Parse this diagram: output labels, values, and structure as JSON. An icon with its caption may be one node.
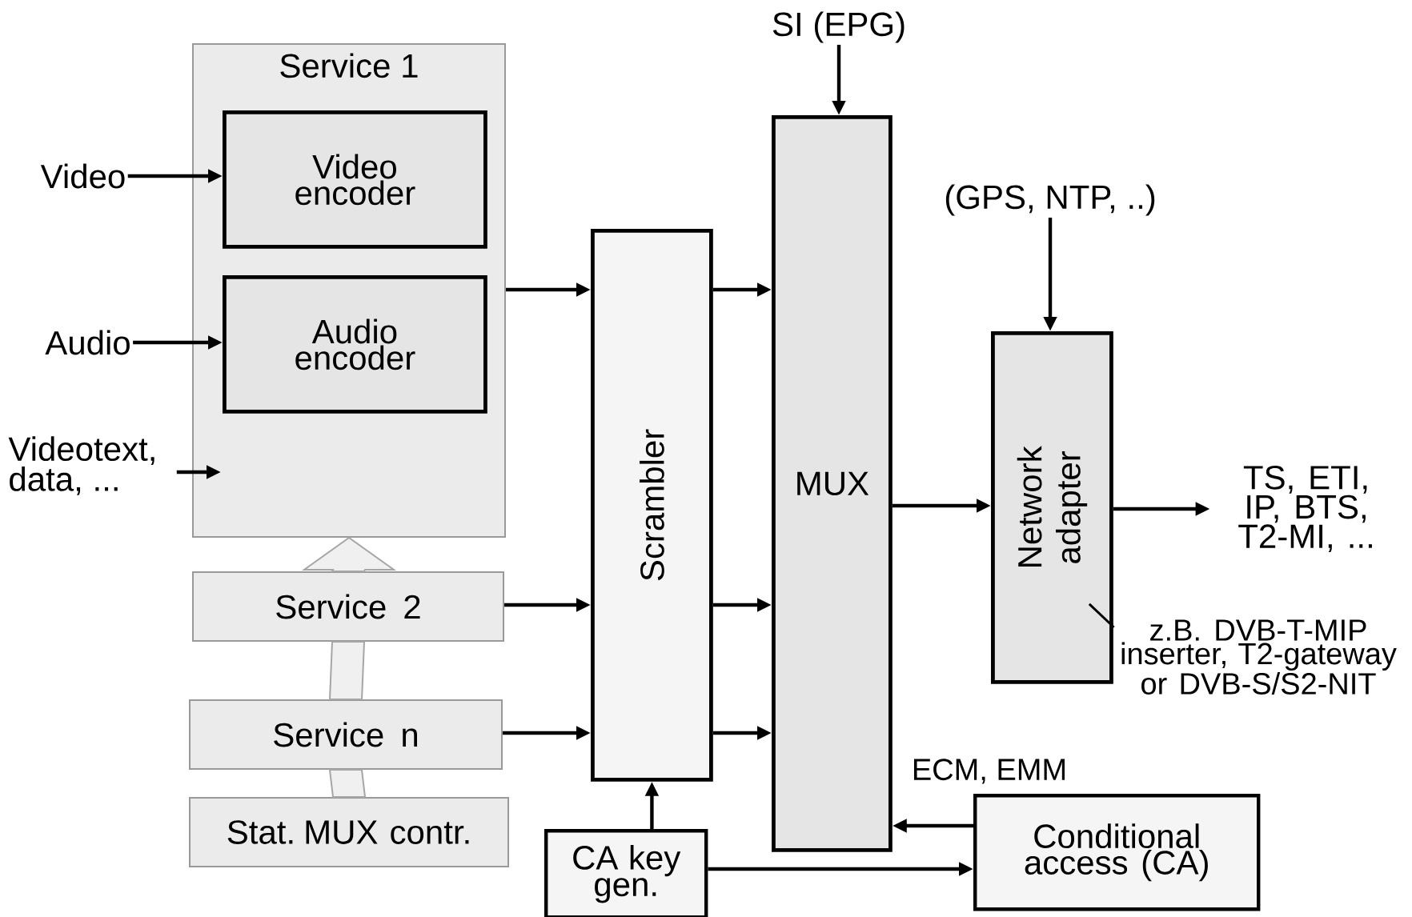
{
  "diagram": {
    "nodes": [
      {
        "text": [
          "Service 1"
        ]
      },
      {
        "text": [
          "Video encoder"
        ],
        "in": 0
      },
      {
        "text": [
          "Audio encoder"
        ],
        "in": 0
      },
      {
        "text": [
          "Service 2"
        ]
      },
      {
        "text": [
          "Service n"
        ]
      },
      {
        "text": [
          "Stat. MUX contr."
        ]
      },
      {
        "text": [
          "Scrambler"
        ]
      },
      {
        "text": [
          "MUX"
        ]
      },
      {
        "text": [
          "Network adapter"
        ]
      },
      {
        "text": [
          "Conditional access (CA)"
        ]
      },
      {
        "text": [
          "CA key gen."
        ]
      },
      {
        "text": [
          "Video"
        ]
      },
      {
        "text": [
          "Audio"
        ]
      },
      {
        "text": [
          "Videotext, data, ..."
        ]
      },
      {
        "text": [
          "SI (EPG)"
        ]
      },
      {
        "text": [
          "(GPS, NTP, ..)"
        ]
      },
      {
        "text": [
          "TS, ETI, IP, BTS, T2-MI, ..."
        ]
      },
      {
        "text": [
          "z.B. DVB-T-MIP inserter, T2-gateway or DVB-S/S2-NIT"
        ]
      }
    ],
    "edges": [
      {
        "from": 11,
        "to": 1,
        "arrow": "to"
      },
      {
        "from": 12,
        "to": 2,
        "arrow": "to"
      },
      {
        "from": 13,
        "to": 0,
        "arrow": "to"
      },
      {
        "from": 3,
        "to": 0,
        "arrow": "to",
        "style": "thick",
        "color": "#a6a6a6"
      },
      {
        "from": 4,
        "to": 3,
        "arrow": "none",
        "style": "thick",
        "color": "#a6a6a6"
      },
      {
        "from": 5,
        "to": 4,
        "arrow": "none",
        "style": "thick",
        "color": "#a6a6a6"
      },
      {
        "from": 0,
        "to": 6,
        "arrow": "to"
      },
      {
        "from": 3,
        "to": 6,
        "arrow": "to"
      },
      {
        "from": 4,
        "to": 6,
        "arrow": "to"
      },
      {
        "from": 6,
        "to": 7,
        "arrow": "to"
      },
      {
        "from": 6,
        "to": 7,
        "arrow": "to"
      },
      {
        "from": 6,
        "to": 7,
        "arrow": "to"
      },
      {
        "from": 14,
        "to": 7,
        "arrow": "to"
      },
      {
        "from": 7,
        "to": 8,
        "arrow": "to"
      },
      {
        "from": 15,
        "to": 8,
        "arrow": "to"
      },
      {
        "from": 8,
        "to": 16,
        "arrow": "to"
      },
      {
        "from": 17,
        "to": 8,
        "arrow": "none"
      },
      {
        "from": 9,
        "to": 7,
        "arrow": "to",
        "label": "ECM, EMM"
      },
      {
        "from": 10,
        "to": 6,
        "arrow": "to"
      },
      {
        "from": 10,
        "to": 9,
        "arrow": "to"
      }
    ]
  }
}
